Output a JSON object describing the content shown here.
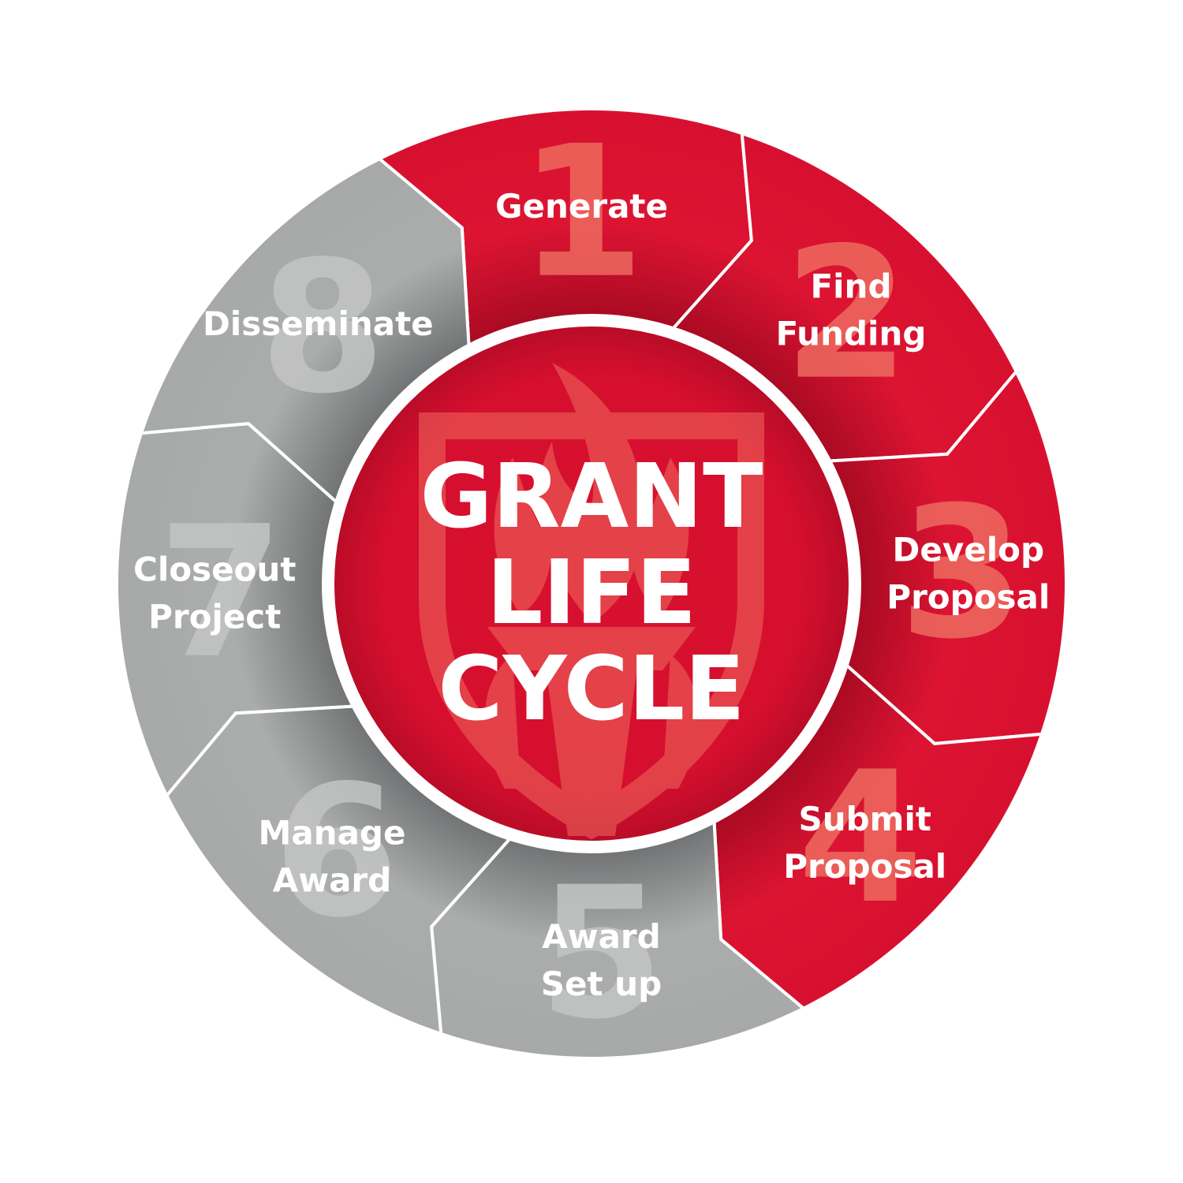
{
  "title": {
    "lines": [
      "GRANT",
      "LIFE",
      "CYCLE"
    ]
  },
  "colors": {
    "red": "#d8102f",
    "red_dark": "#a80a22",
    "gray": "#a9abab",
    "gray_dark": "#7d7f80",
    "number_red": "#ee6a5f",
    "number_gray": "#c3c4c4",
    "ring": "#ffffff"
  },
  "icons": {
    "center": "torch-shield-icon"
  },
  "steps": [
    {
      "number": "1",
      "lines": [
        "Generate"
      ],
      "tone": "red"
    },
    {
      "number": "2",
      "lines": [
        "Find",
        "Funding"
      ],
      "tone": "red"
    },
    {
      "number": "3",
      "lines": [
        "Develop",
        "Proposal"
      ],
      "tone": "red"
    },
    {
      "number": "4",
      "lines": [
        "Submit",
        "Proposal"
      ],
      "tone": "red"
    },
    {
      "number": "5",
      "lines": [
        "Award",
        "Set up"
      ],
      "tone": "gray"
    },
    {
      "number": "6",
      "lines": [
        "Manage",
        "Award"
      ],
      "tone": "gray"
    },
    {
      "number": "7",
      "lines": [
        "Closeout",
        "Project"
      ],
      "tone": "gray"
    },
    {
      "number": "8",
      "lines": [
        "Disseminate"
      ],
      "tone": "gray"
    }
  ]
}
